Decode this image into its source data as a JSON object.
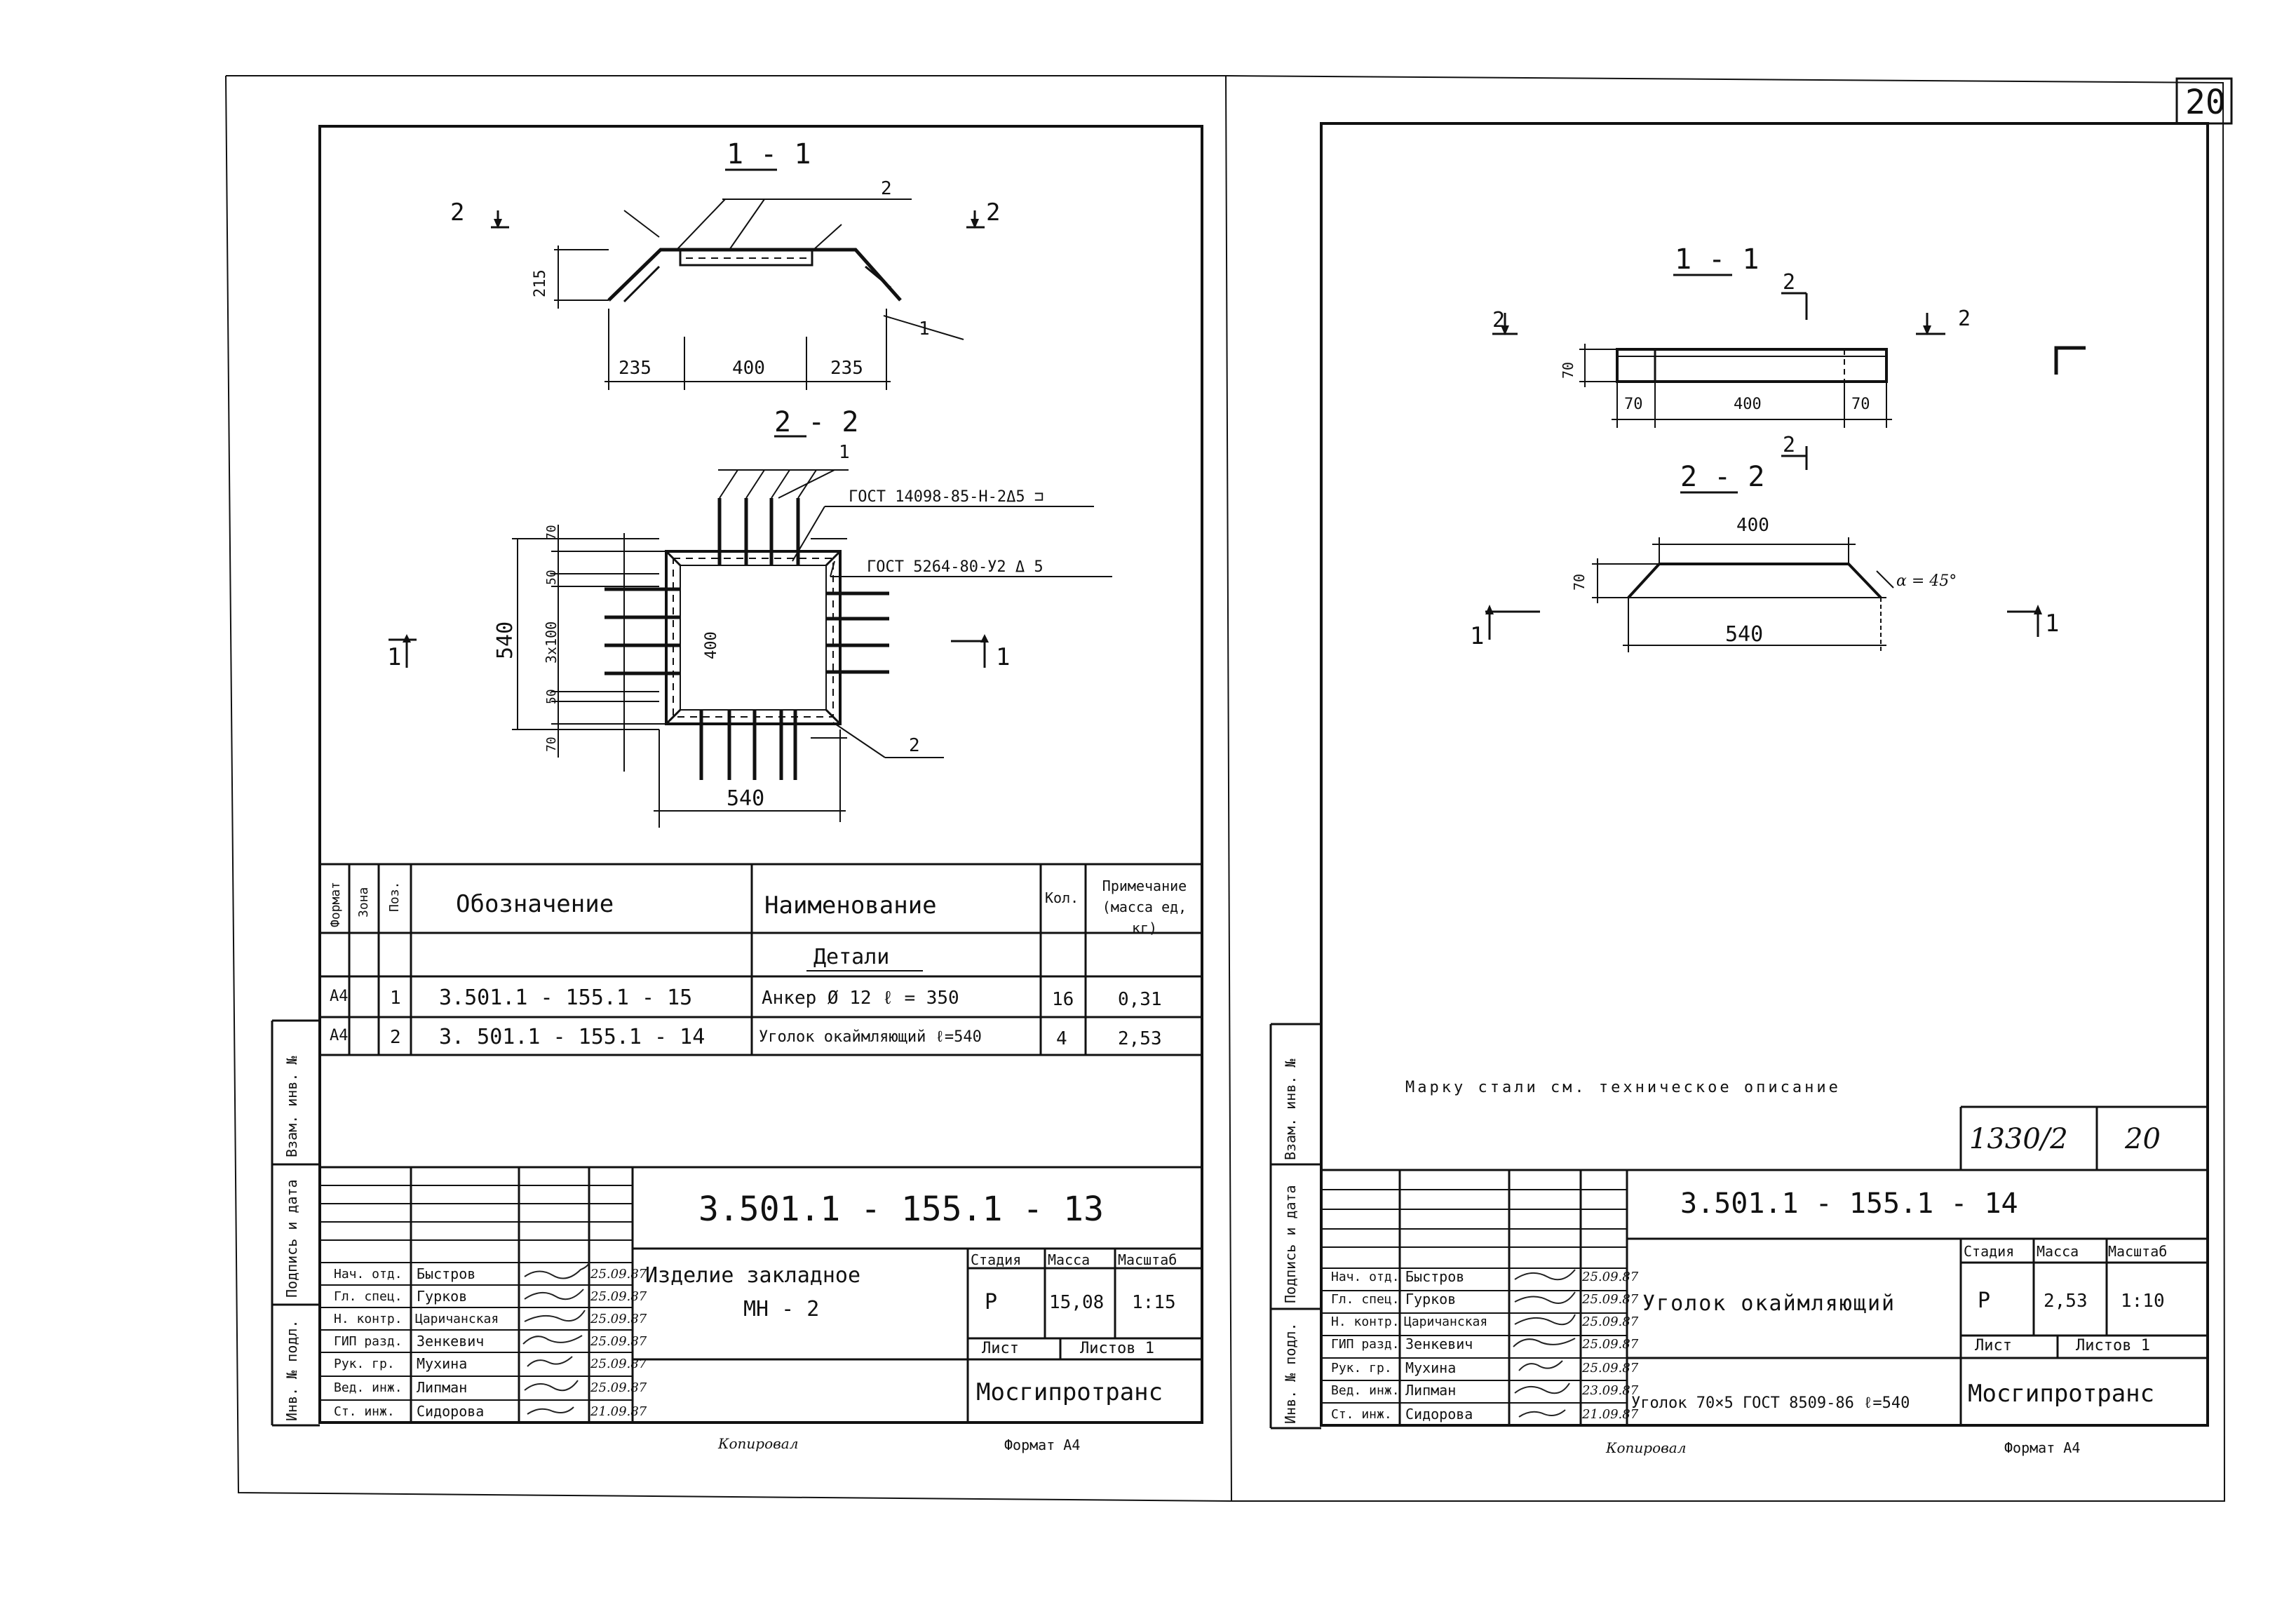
{
  "page_number": "20",
  "left_sheet": {
    "section_1_title": "1 - 1",
    "section_2_title": "2 - 2",
    "cut_labels": {
      "two": "2",
      "one": "1"
    },
    "section1_dims": {
      "height": "215",
      "left": "235",
      "middle": "400",
      "right": "235"
    },
    "section1_leaders": {
      "pos2": "2",
      "pos1": "1"
    },
    "section2_dims": {
      "top": "70",
      "d50a": "50",
      "d3x100": "3x100",
      "d50b": "50",
      "bottom": "70",
      "total": "540",
      "inner": "400",
      "width": "540"
    },
    "section2_leaders": {
      "pos1": "1",
      "gost1": "ГОСТ 14098-85-Н-2Δ5 ⊐",
      "gost2": "ГОСТ 5264-80-У2 Δ 5",
      "pos2": "2"
    },
    "spec_headers": {
      "format": "Формат",
      "zone": "Зона",
      "pos": "Поз.",
      "designation": "Обозначение",
      "name": "Наименование",
      "qty": "Кол.",
      "note": "Примечание (масса ед, кг)"
    },
    "spec_section": "Детали",
    "spec_rows": [
      {
        "format": "А4",
        "pos": "1",
        "designation": "3.501.1 - 155.1 - 15",
        "name": "Анкер Ø 12  ℓ = 350",
        "qty": "16",
        "note": "0,31"
      },
      {
        "format": "А4",
        "pos": "2",
        "designation": "3. 501.1 - 155.1 - 14",
        "name": "Уголок окаймляющий ℓ=540",
        "qty": "4",
        "note": "2,53"
      }
    ],
    "side_labels": [
      "Взам. инв. №",
      "Подпись и дата",
      "Инв. № подл."
    ],
    "title_block": {
      "code": "3.501.1 - 155.1 - 13",
      "title": "Изделие закладное",
      "subtitle": "МН - 2",
      "stage_label": "Стадия",
      "mass_label": "Масса",
      "scale_label": "Масштаб",
      "stage": "Р",
      "mass": "15,08",
      "scale": "1:15",
      "sheet_label": "Лист",
      "sheets_label": "Листов 1",
      "org": "Мосгипротранс",
      "people": [
        {
          "role": "Нач. отд.",
          "name": "Быстров",
          "date": "25.09.87"
        },
        {
          "role": "Гл. спец.",
          "name": "Гурков",
          "date": "25.09.87"
        },
        {
          "role": "Н. контр.",
          "name": "Царичанская",
          "date": "25.09.87"
        },
        {
          "role": "ГИП разд.",
          "name": "Зенкевич",
          "date": "25.09.87"
        },
        {
          "role": "Рук. гр.",
          "name": "Мухина",
          "date": "25.09.87"
        },
        {
          "role": "Вед. инж.",
          "name": "Липман",
          "date": "25.09.87"
        },
        {
          "role": "Ст. инж.",
          "name": "Сидорова",
          "date": "21.09.87"
        }
      ]
    },
    "footer_copied": "Копировал",
    "footer_format": "Формат А4"
  },
  "right_sheet": {
    "section_1_title": "1 - 1",
    "section_2_title": "2 - 2",
    "s1_dims": {
      "height": "70",
      "left": "70",
      "middle": "400",
      "right": "70"
    },
    "s2_dims": {
      "top": "400",
      "height": "70",
      "bottom": "540",
      "angle": "α = 45°"
    },
    "steel_note": "Марку стали см. техническое описание",
    "stamp_number": "1330/2",
    "stamp_page": "20",
    "side_labels": [
      "Взам. инв. №",
      "Подпись и дата",
      "Инв. № подл."
    ],
    "title_block": {
      "code": "3.501.1 - 155.1 - 14",
      "title": "Уголок окаймляющий",
      "material": "Уголок 70×5 ГОСТ 8509-86 ℓ=540",
      "stage_label": "Стадия",
      "mass_label": "Масса",
      "scale_label": "Масштаб",
      "stage": "Р",
      "mass": "2,53",
      "scale": "1:10",
      "sheet_label": "Лист",
      "sheets_label": "Листов 1",
      "org": "Мосгипротранс",
      "people": [
        {
          "role": "Нач. отд.",
          "name": "Быстров",
          "date": "25.09.87"
        },
        {
          "role": "Гл. спец.",
          "name": "Гурков",
          "date": "25.09.87"
        },
        {
          "role": "Н. контр.",
          "name": "Царичанская",
          "date": "25.09.87"
        },
        {
          "role": "ГИП разд.",
          "name": "Зенкевич",
          "date": "25.09.87"
        },
        {
          "role": "Рук. гр.",
          "name": "Мухина",
          "date": "25.09.87"
        },
        {
          "role": "Вед. инж.",
          "name": "Липман",
          "date": "23.09.87"
        },
        {
          "role": "Ст. инж.",
          "name": "Сидорова",
          "date": "21.09.87"
        }
      ]
    },
    "footer_copied": "Копировал",
    "footer_format": "Формат А4"
  }
}
